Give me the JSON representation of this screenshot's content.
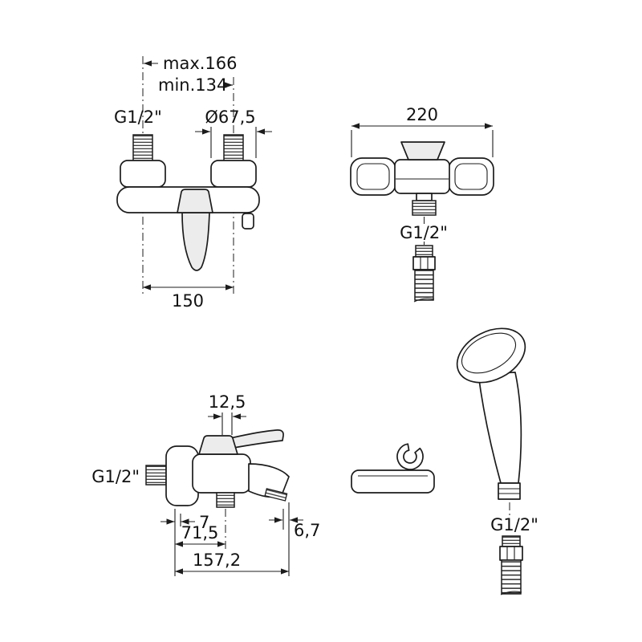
{
  "page": {
    "background": "#ffffff",
    "ink": "#1c1c1c"
  },
  "views": {
    "front": {
      "dim_max": "max.166",
      "dim_min": "min.134",
      "thread": "G1/2\"",
      "flange_diameter": "Ø67,5",
      "center_distance": "150"
    },
    "side": {
      "width": "220",
      "outlet_thread": "G1/2\""
    },
    "bath": {
      "handle_width": "12,5",
      "inlet_thread": "G1/2\"",
      "wall_offset": "7",
      "outlet_distance": "71,5",
      "total_projection": "157,2",
      "aerator_offset": "6,7"
    },
    "handshower": {
      "hose_thread": "G1/2\""
    }
  }
}
